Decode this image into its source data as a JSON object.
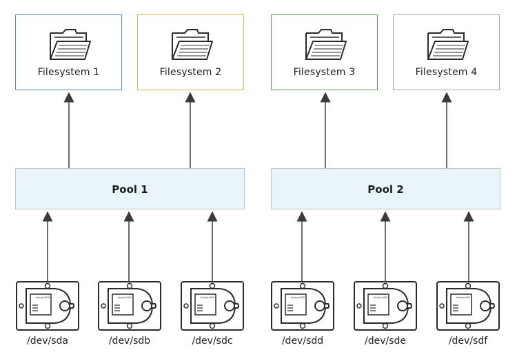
{
  "filesystems": [
    {
      "label": "Filesystem 1",
      "color": "#4a90c0"
    },
    {
      "label": "Filesystem 2",
      "color": "#f0b03a"
    },
    {
      "label": "Filesystem 3",
      "color": "#5aa050"
    },
    {
      "label": "Filesystem 4",
      "color": "#a9a3c4"
    }
  ],
  "pools": [
    {
      "label": "Pool 1"
    },
    {
      "label": "Pool 2"
    }
  ],
  "devices": [
    {
      "label": "/dev/sda",
      "disk_label": "Archive HDD"
    },
    {
      "label": "/dev/sdb",
      "disk_label": "Archive HDD"
    },
    {
      "label": "/dev/sdc",
      "disk_label": "Archive HDD"
    },
    {
      "label": "/dev/sdd",
      "disk_label": "Archive HDD"
    },
    {
      "label": "/dev/sde",
      "disk_label": "Archive HDD"
    },
    {
      "label": "/dev/sdf",
      "disk_label": "Archive HDD"
    }
  ],
  "colors": {
    "line": "#3a3a3a",
    "pool_fill": "#e9f5f9",
    "pool_border": "#b7c7cc"
  }
}
